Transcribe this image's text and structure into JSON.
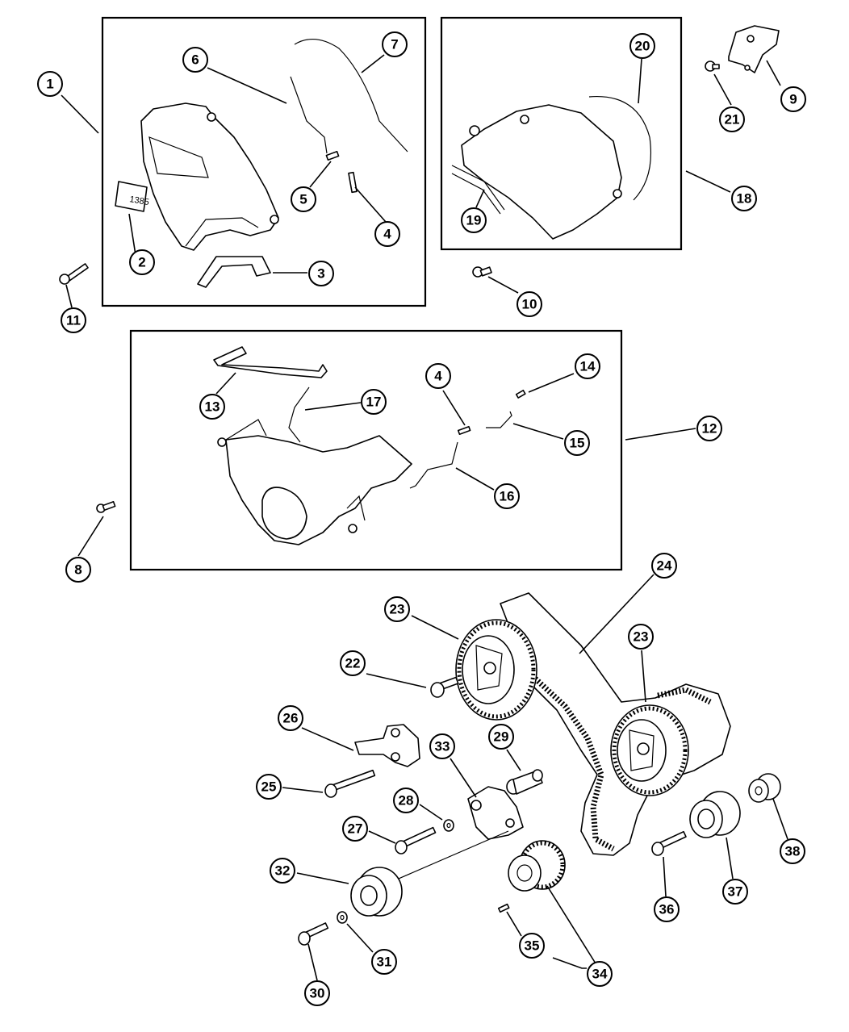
{
  "callouts": {
    "c1": "1",
    "c2": "2",
    "c3": "3",
    "c4a": "4",
    "c5": "5",
    "c6": "6",
    "c7": "7",
    "c8": "8",
    "c9": "9",
    "c10": "10",
    "c11": "11",
    "c12": "12",
    "c13": "13",
    "c14": "14",
    "c15": "15",
    "c16": "16",
    "c17": "17",
    "c18": "18",
    "c19": "19",
    "c20": "20",
    "c21": "21",
    "c22": "22",
    "c23a": "23",
    "c23b": "23",
    "c24": "24",
    "c25": "25",
    "c26": "26",
    "c27": "27",
    "c28": "28",
    "c29": "29",
    "c30": "30",
    "c31": "31",
    "c32": "32",
    "c33": "33",
    "c34": "34",
    "c35": "35",
    "c36": "36",
    "c37": "37",
    "c38": "38",
    "c4b": "4"
  },
  "label_tag_text": "1385"
}
